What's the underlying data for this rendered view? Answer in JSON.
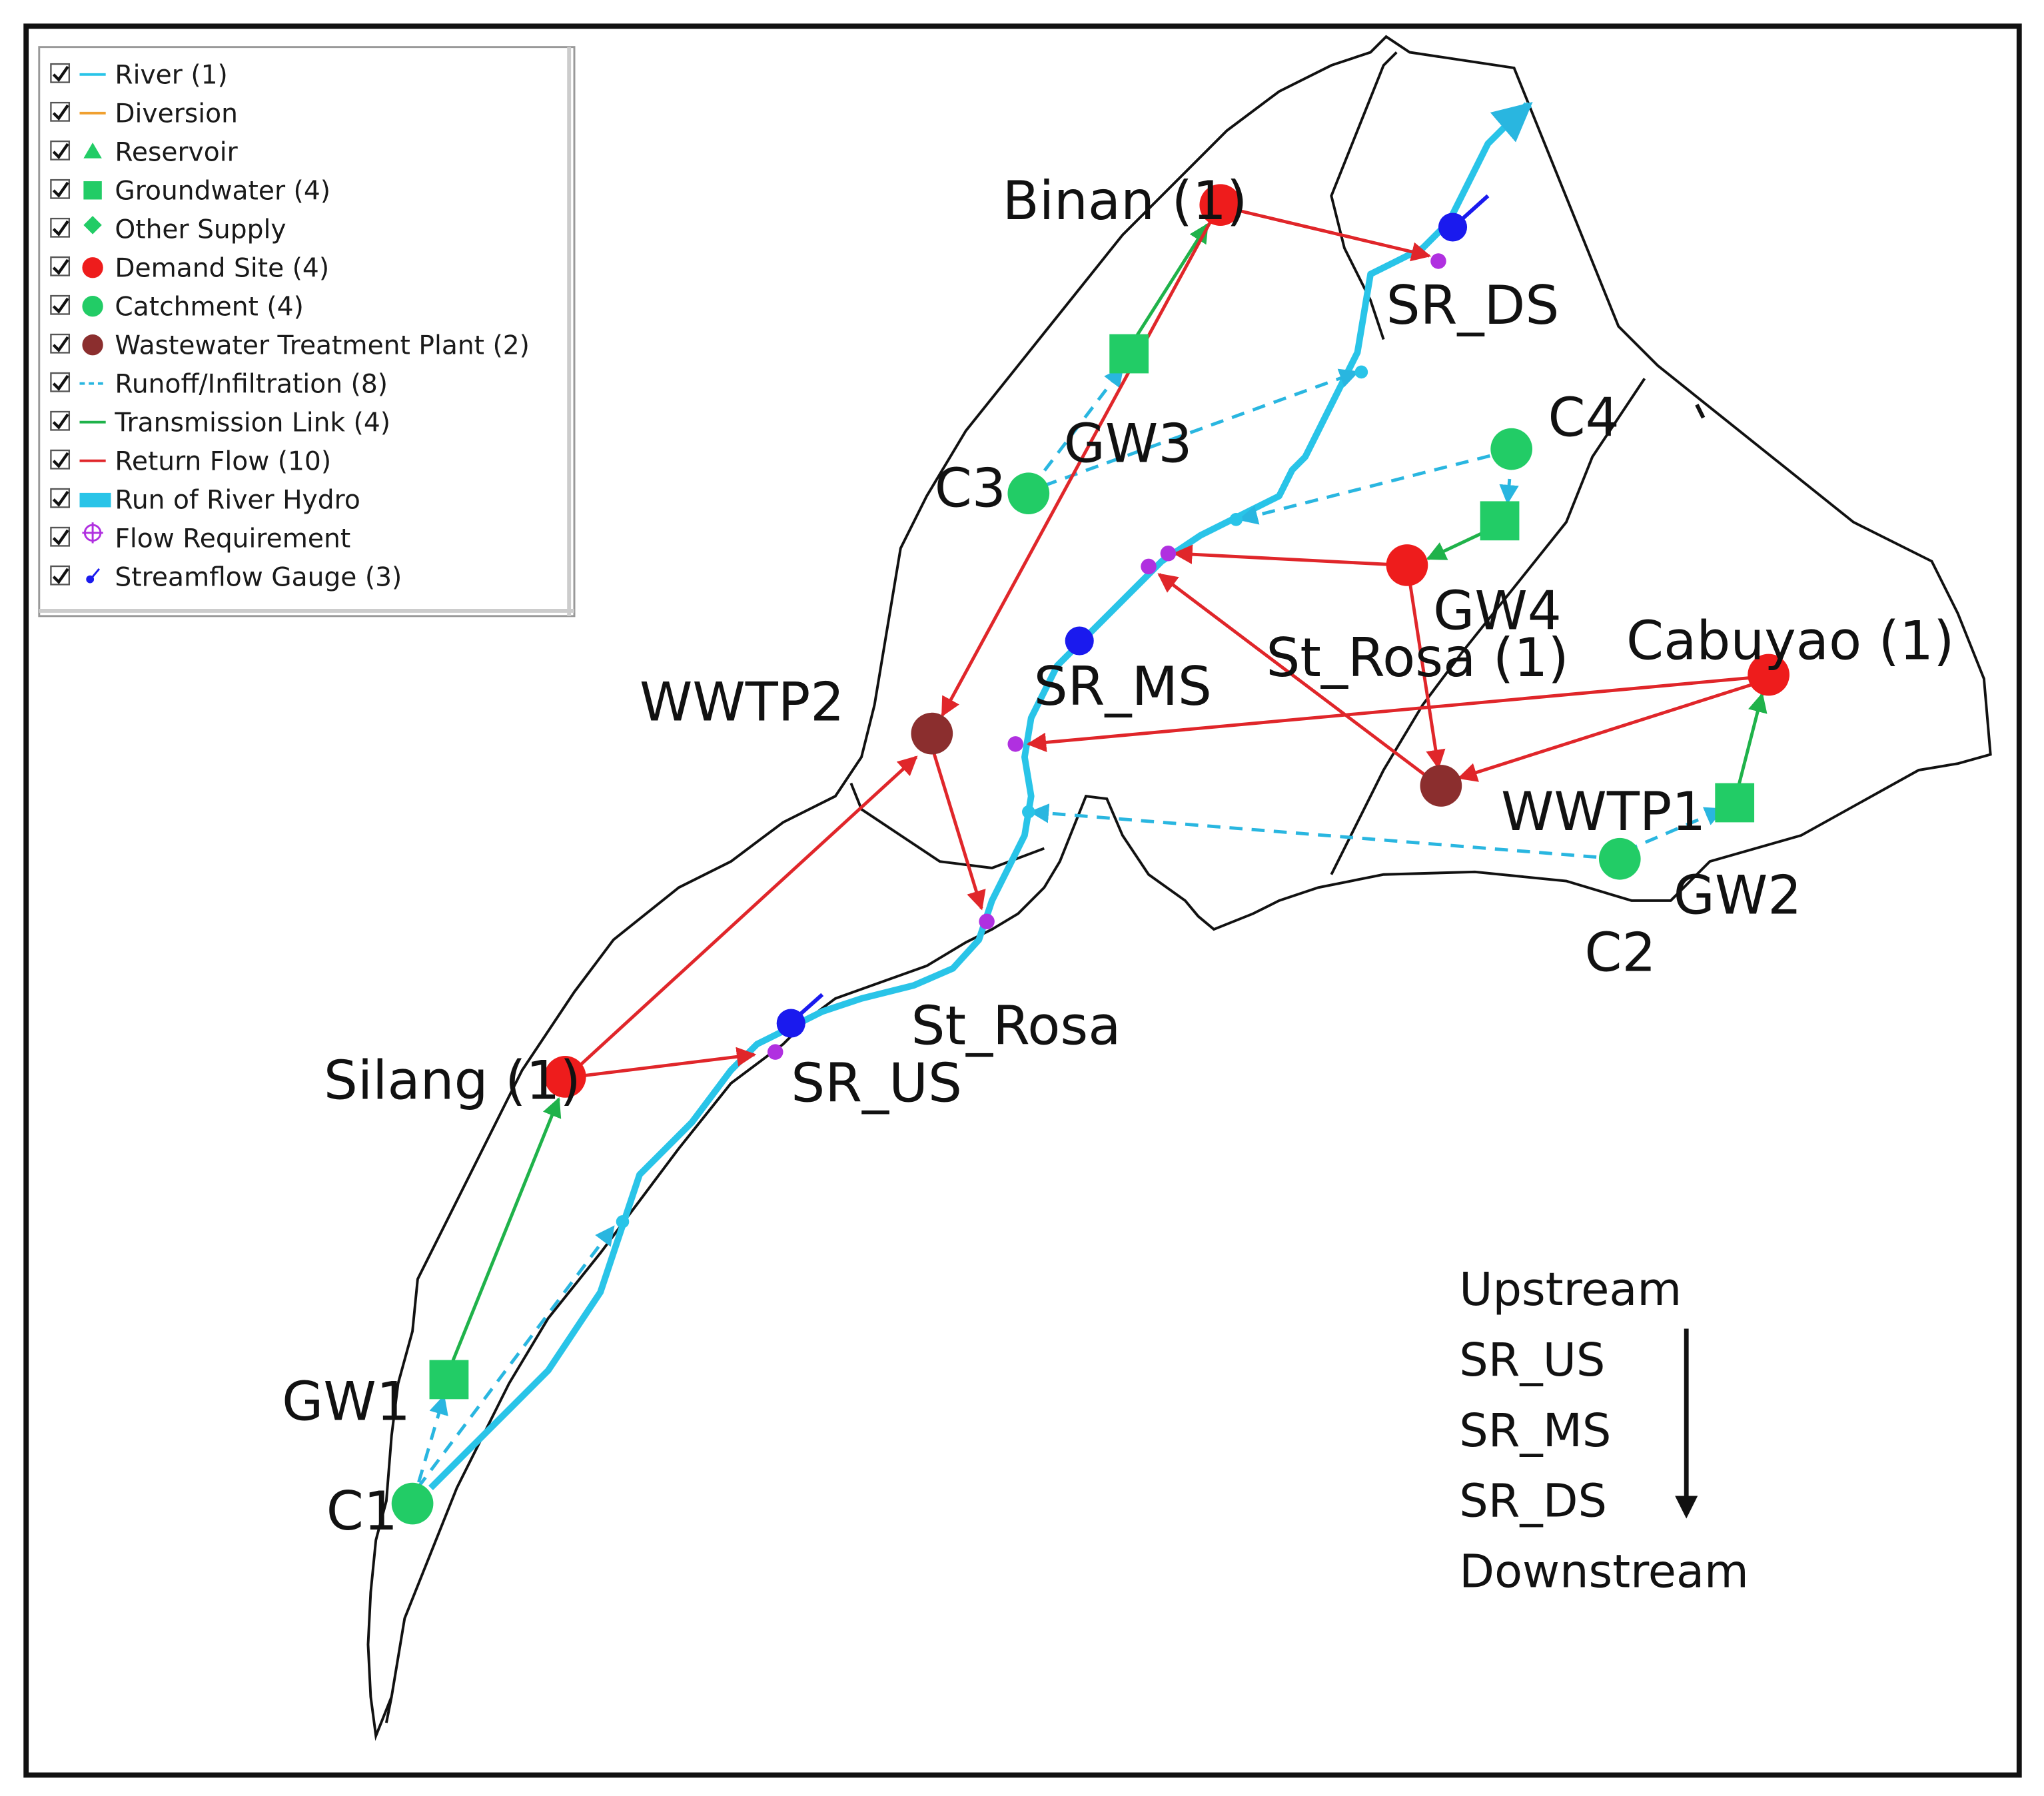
{
  "legend": {
    "items": [
      {
        "label": "River (1)",
        "symbol": "river-line"
      },
      {
        "label": "Diversion",
        "symbol": "diversion-line"
      },
      {
        "label": "Reservoir",
        "symbol": "reservoir-triangle"
      },
      {
        "label": "Groundwater (4)",
        "symbol": "groundwater-square"
      },
      {
        "label": "Other Supply",
        "symbol": "other-supply-diamond"
      },
      {
        "label": "Demand Site (4)",
        "symbol": "demand-site-dot"
      },
      {
        "label": "Catchment (4)",
        "symbol": "catchment-dot"
      },
      {
        "label": "Wastewater Treatment Plant (2)",
        "symbol": "wwtp-dot"
      },
      {
        "label": "Runoff/Infiltration (8)",
        "symbol": "runoff-dashed-line"
      },
      {
        "label": "Transmission Link (4)",
        "symbol": "transmission-line"
      },
      {
        "label": "Return Flow (10)",
        "symbol": "return-flow-line"
      },
      {
        "label": "Run of River Hydro",
        "symbol": "hydro-bar"
      },
      {
        "label": "Flow Requirement",
        "symbol": "flow-requirement-cross"
      },
      {
        "label": "Streamflow Gauge (3)",
        "symbol": "gauge-dot"
      }
    ]
  },
  "labels": {
    "binan": "Binan (1)",
    "sr_ds": "SR_DS",
    "c4": "C4",
    "gw3": "GW3",
    "c3": "C3",
    "gw4": "GW4",
    "st_rosa_1": "St_Rosa (1)",
    "cabuyao": "Cabuyao (1)",
    "sr_ms": "SR_MS",
    "wwtp2": "WWTP2",
    "wwtp1": "WWTP1",
    "gw2": "GW2",
    "c2": "C2",
    "st_rosa": "St_Rosa",
    "silang": "Silang (1)",
    "sr_us": "SR_US",
    "gw1": "GW1",
    "c1": "C1"
  },
  "flow_order": {
    "top": "Upstream",
    "stations": [
      "SR_US",
      "SR_MS",
      "SR_DS"
    ],
    "bottom": "Downstream"
  },
  "colors": {
    "river": "#29c4e8",
    "return_flow": "#e0262a",
    "transmission": "#1fb24a",
    "runoff": "#29b6e0",
    "demand_site": "#ee1c1c",
    "catchment": "#22cc66",
    "groundwater": "#22cc66",
    "wwtp": "#8b2e2e",
    "gauge": "#1a1aee",
    "flow_requirement": "#b030e0",
    "diversion": "#f0a030",
    "boundary": "#111111"
  }
}
